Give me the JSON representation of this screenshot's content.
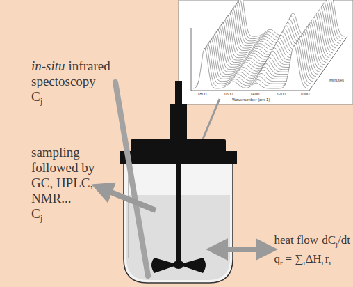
{
  "diagram": {
    "labels": [
      "in-situ",
      "infrared spectoscopy",
      "C",
      "j",
      "sampling followed by GC, HPLC, NMR...",
      "C",
      "j",
      "heat flow",
      "dC",
      "j",
      "/dt",
      "q",
      "r",
      "=",
      "∑",
      "i",
      "ΔH",
      "i",
      "r",
      "i",
      "1800",
      "1600",
      "1400",
      "1200",
      "1000",
      "Wavenumber (cm-1)",
      "Minutes"
    ]
  }
}
